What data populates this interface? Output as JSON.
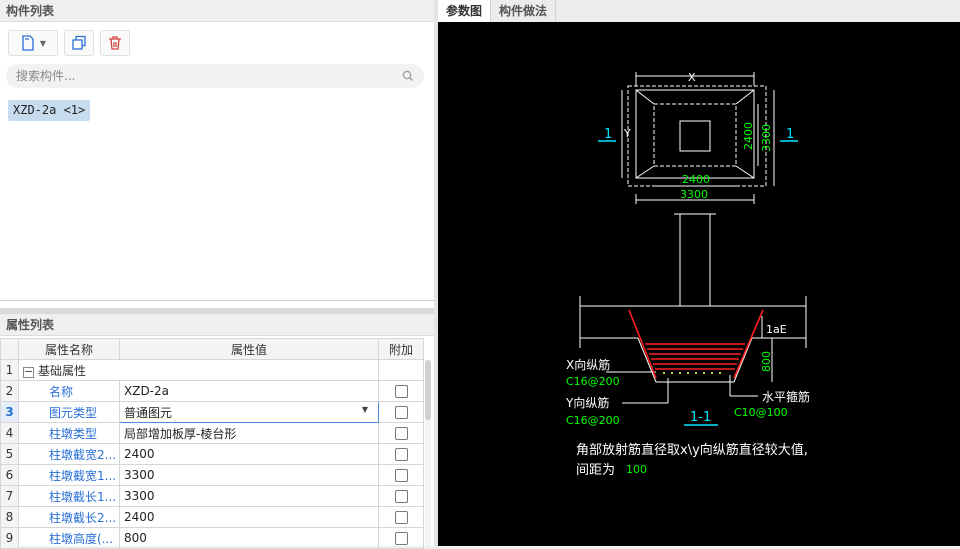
{
  "component_list": {
    "title": "构件列表",
    "search_placeholder": "搜索构件...",
    "items": [
      "XZD-2a <1>"
    ]
  },
  "property_list": {
    "title": "属性列表",
    "columns": [
      "属性名称",
      "属性值",
      "附加"
    ],
    "group": {
      "index": "1",
      "label": "基础属性"
    },
    "rows": [
      {
        "index": "2",
        "name": "名称",
        "value": "XZD-2a"
      },
      {
        "index": "3",
        "name": "图元类型",
        "value": "普通图元"
      },
      {
        "index": "4",
        "name": "柱墩类型",
        "value": "局部增加板厚-棱台形"
      },
      {
        "index": "5",
        "name": "柱墩截宽2...",
        "value": "2400"
      },
      {
        "index": "6",
        "name": "柱墩截宽1...",
        "value": "3300"
      },
      {
        "index": "7",
        "name": "柱墩截长1...",
        "value": "3300"
      },
      {
        "index": "8",
        "name": "柱墩截长2...",
        "value": "2400"
      },
      {
        "index": "9",
        "name": "柱墩高度(...",
        "value": "800"
      }
    ]
  },
  "tabs": [
    "参数图",
    "构件做法"
  ],
  "drawing": {
    "plan": {
      "x": "X",
      "y": "Y",
      "w_inner": "2400",
      "w_outer": "3300",
      "h_inner": "2400",
      "h_outer": "3300",
      "section_mark": "1"
    },
    "section": {
      "lae": "1aE",
      "height": "800",
      "x_bar_label": "X向纵筋",
      "x_bar_value": "C16@200",
      "y_bar_label": "Y向纵筋",
      "y_bar_value": "C16@200",
      "stirrup_label": "水平箍筋",
      "stirrup_value": "C10@100",
      "title": "1-1"
    },
    "note_line1": "角部放射筋直径取x\\y向纵筋直径较大值,",
    "note_line2": "间距为",
    "note_value": "100"
  },
  "colors": {
    "cad_bg": "#000000",
    "cad_line": "#ffffff",
    "cad_green": "#00ff00",
    "cad_red": "#ff2020",
    "cad_cyan": "#00e5ff"
  }
}
